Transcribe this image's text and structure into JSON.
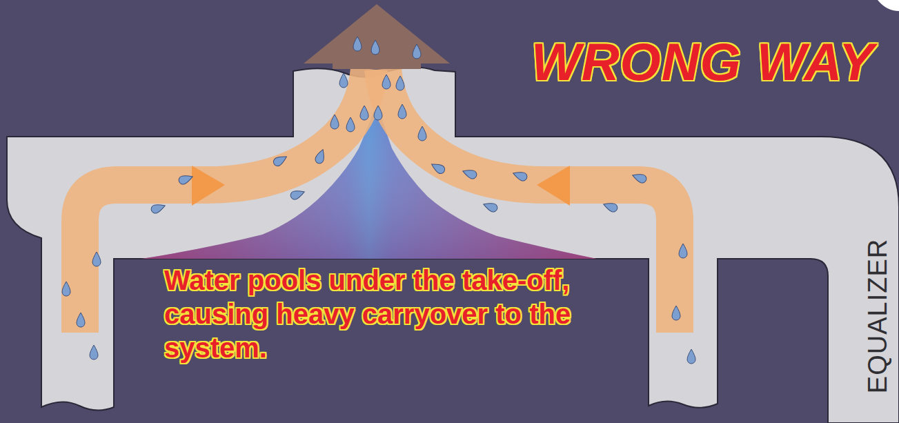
{
  "diagram": {
    "title": "WRONG WAY",
    "labels": [
      "Water pools under the take-off, causing heavy carryover to the system.",
      "EQUALIZER"
    ]
  }
}
